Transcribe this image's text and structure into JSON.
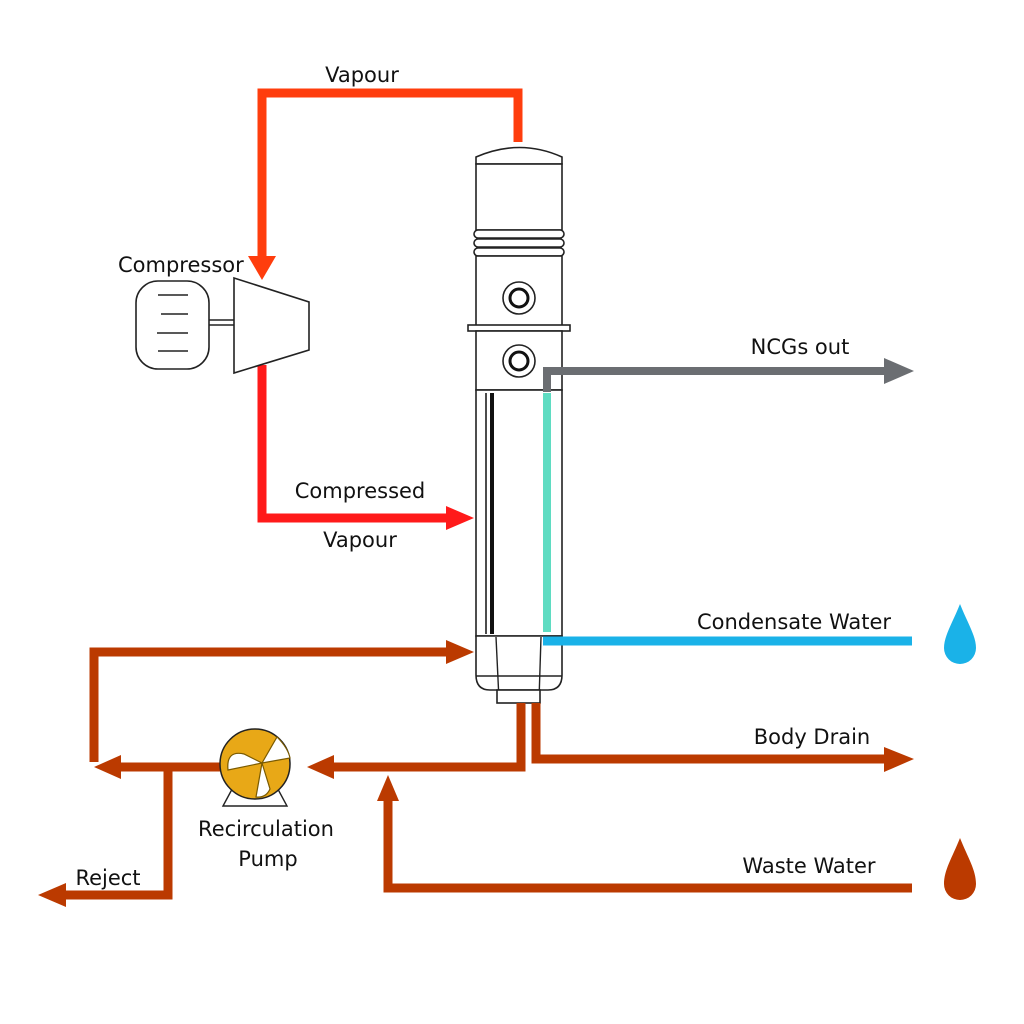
{
  "colors": {
    "vapour": "#ff3d0d",
    "compressed_vapour": "#ff1a1a",
    "brine": "#bb3a00",
    "ncg": "#6b6e72",
    "condensate_inner": "#5fdcc2",
    "condensate": "#1ab2e8",
    "pump": "#e8a817",
    "outline": "#222222"
  },
  "labels": {
    "vapour": "Vapour",
    "compressor": "Compressor",
    "compressed_line1": "Compressed",
    "compressed_line2": "Vapour",
    "ncgs_out": "NCGs out",
    "condensate_water": "Condensate Water",
    "body_drain": "Body Drain",
    "recirculation_line1": "Recirculation",
    "recirculation_line2": "Pump",
    "waste_water": "Waste Water",
    "reject": "Reject"
  },
  "icons": {
    "condensate_drop": "water-drop-blue",
    "waste_drop": "water-drop-brown"
  }
}
